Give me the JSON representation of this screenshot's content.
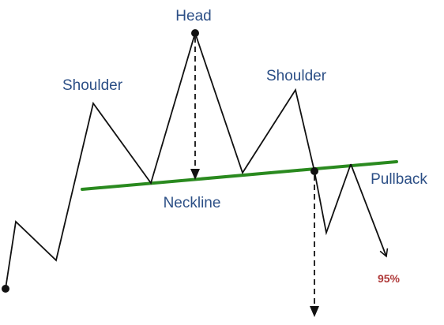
{
  "diagram": {
    "labels": {
      "head": "Head",
      "left_shoulder": "Shoulder",
      "right_shoulder": "Shoulder",
      "neckline": "Neckline",
      "pullback": "Pullback",
      "target_percent": "95%"
    },
    "colors": {
      "price_line": "#111111",
      "neckline": "#2a8a1f",
      "label_text": "#2c4f86",
      "percent_text": "#b03a3a"
    }
  }
}
